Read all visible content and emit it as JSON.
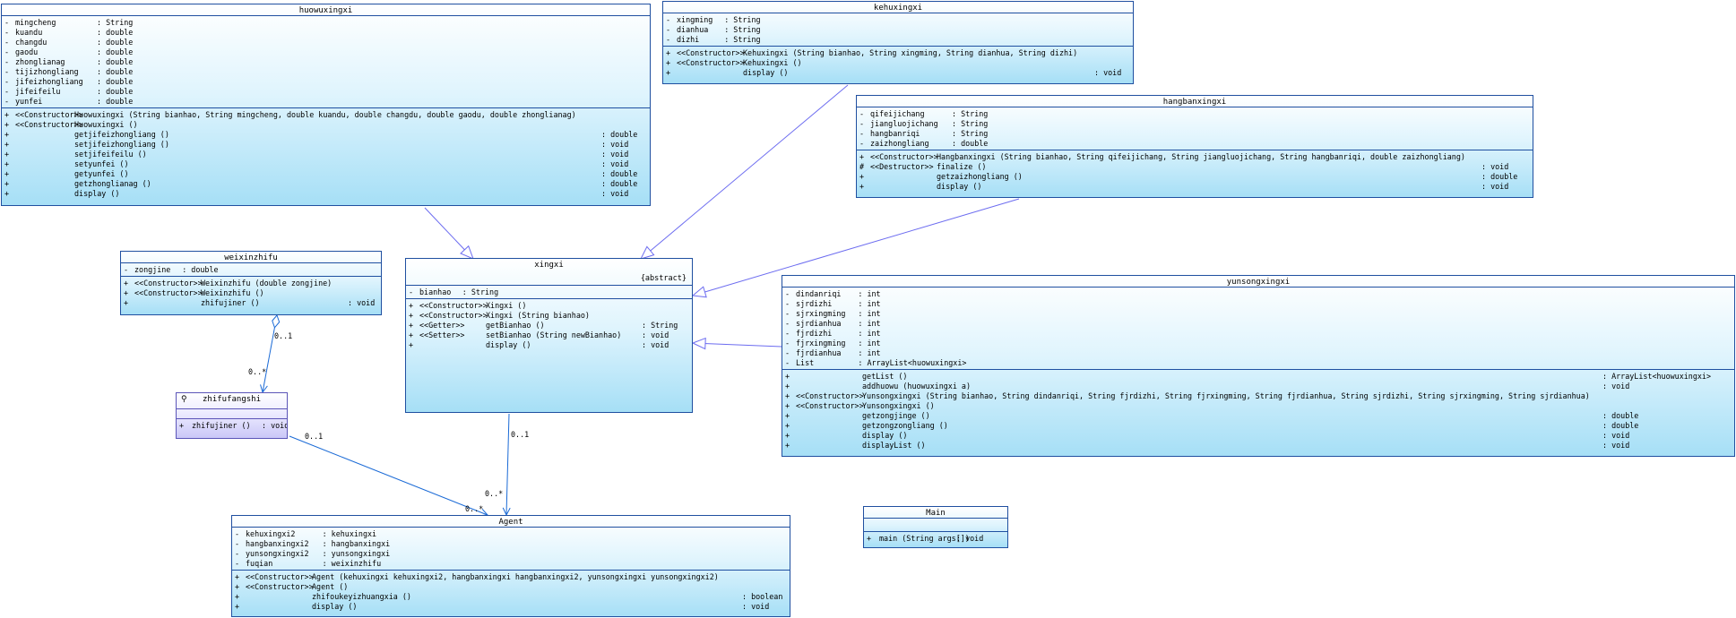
{
  "classes": {
    "huowuxingxi": {
      "name": "huowuxingxi",
      "attributes": [
        {
          "vis": "-",
          "name": "mingcheng",
          "type": ": String"
        },
        {
          "vis": "-",
          "name": "kuandu",
          "type": ": double"
        },
        {
          "vis": "-",
          "name": "changdu",
          "type": ": double"
        },
        {
          "vis": "-",
          "name": "gaodu",
          "type": ": double"
        },
        {
          "vis": "-",
          "name": "zhonglianag",
          "type": ": double"
        },
        {
          "vis": "-",
          "name": "tijizhongliang",
          "type": ": double"
        },
        {
          "vis": "-",
          "name": "jifeizhongliang",
          "type": ": double"
        },
        {
          "vis": "-",
          "name": "jifeifeilu",
          "type": ": double"
        },
        {
          "vis": "-",
          "name": "yunfei",
          "type": ": double"
        }
      ],
      "operations": [
        {
          "vis": "+",
          "stereo": "<<Constructor>>",
          "sig": "Huowuxingxi (String bianhao, String mingcheng, double kuandu, double changdu, double gaodu, double zhonglianag)",
          "ret": ""
        },
        {
          "vis": "+",
          "stereo": "<<Constructor>>",
          "sig": "Huowuxingxi ()",
          "ret": ""
        },
        {
          "vis": "+",
          "stereo": "",
          "sig": "getjifeizhongliang ()",
          "ret": ": double"
        },
        {
          "vis": "+",
          "stereo": "",
          "sig": "setjifeizhongliang ()",
          "ret": ": void"
        },
        {
          "vis": "+",
          "stereo": "",
          "sig": "setjifeifeilu ()",
          "ret": ": void"
        },
        {
          "vis": "+",
          "stereo": "",
          "sig": "setyunfei ()",
          "ret": ": void"
        },
        {
          "vis": "+",
          "stereo": "",
          "sig": "getyunfei ()",
          "ret": ": double"
        },
        {
          "vis": "+",
          "stereo": "",
          "sig": "getzhonglianag ()",
          "ret": ": double"
        },
        {
          "vis": "+",
          "stereo": "",
          "sig": "display ()",
          "ret": ": void"
        }
      ]
    },
    "kehuxingxi": {
      "name": "kehuxingxi",
      "attributes": [
        {
          "vis": "-",
          "name": "xingming",
          "type": ": String"
        },
        {
          "vis": "-",
          "name": "dianhua",
          "type": ": String"
        },
        {
          "vis": "-",
          "name": "dizhi",
          "type": ": String"
        }
      ],
      "operations": [
        {
          "vis": "+",
          "stereo": "<<Constructor>>",
          "sig": "Kehuxingxi (String bianhao, String xingming, String dianhua, String dizhi)",
          "ret": ""
        },
        {
          "vis": "+",
          "stereo": "<<Constructor>>",
          "sig": "Kehuxingxi ()",
          "ret": ""
        },
        {
          "vis": "+",
          "stereo": "",
          "sig": "display ()",
          "ret": ": void"
        }
      ]
    },
    "hangbanxingxi": {
      "name": "hangbanxingxi",
      "attributes": [
        {
          "vis": "-",
          "name": "qifeijichang",
          "type": ": String"
        },
        {
          "vis": "-",
          "name": "jiangluojichang",
          "type": ": String"
        },
        {
          "vis": "-",
          "name": "hangbanriqi",
          "type": ": String"
        },
        {
          "vis": "-",
          "name": "zaizhongliang",
          "type": ": double"
        }
      ],
      "operations": [
        {
          "vis": "+",
          "stereo": "<<Constructor>>",
          "sig": "Hangbanxingxi (String bianhao, String qifeijichang, String jiangluojichang, String hangbanriqi, double zaizhongliang)",
          "ret": ""
        },
        {
          "vis": "#",
          "stereo": "<<Destructor>>",
          "sig": "finalize ()",
          "ret": ": void"
        },
        {
          "vis": "+",
          "stereo": "",
          "sig": "getzaizhongliang ()",
          "ret": ": double"
        },
        {
          "vis": "+",
          "stereo": "",
          "sig": "display ()",
          "ret": ": void"
        }
      ]
    },
    "weixinzhifu": {
      "name": "weixinzhifu",
      "attributes": [
        {
          "vis": "-",
          "name": "zongjine",
          "type": ": double"
        }
      ],
      "operations": [
        {
          "vis": "+",
          "stereo": "<<Constructor>>",
          "sig": "Weixinzhifu (double zongjine)",
          "ret": ""
        },
        {
          "vis": "+",
          "stereo": "<<Constructor>>",
          "sig": "Weixinzhifu ()",
          "ret": ""
        },
        {
          "vis": "+",
          "stereo": "",
          "sig": "zhifujiner ()",
          "ret": ": void"
        }
      ]
    },
    "xingxi": {
      "name": "xingxi",
      "stereotype": "{abstract}",
      "attributes": [
        {
          "vis": "-",
          "name": "bianhao",
          "type": ": String"
        }
      ],
      "operations": [
        {
          "vis": "+",
          "stereo": "<<Constructor>>",
          "sig": "Xingxi ()",
          "ret": ""
        },
        {
          "vis": "+",
          "stereo": "<<Constructor>>",
          "sig": "Xingxi (String bianhao)",
          "ret": ""
        },
        {
          "vis": "+",
          "stereo": "<<Getter>>",
          "sig": "getBianhao ()",
          "ret": ": String"
        },
        {
          "vis": "+",
          "stereo": "<<Setter>>",
          "sig": "setBianhao (String newBianhao)",
          "ret": ": void"
        },
        {
          "vis": "+",
          "stereo": "",
          "sig": "display ()",
          "ret": ": void"
        }
      ]
    },
    "yunsongxingxi": {
      "name": "yunsongxingxi",
      "attributes": [
        {
          "vis": "-",
          "name": "dindanriqi",
          "type": ": int"
        },
        {
          "vis": "-",
          "name": "sjrdizhi",
          "type": ": int"
        },
        {
          "vis": "-",
          "name": "sjrxingming",
          "type": ": int"
        },
        {
          "vis": "-",
          "name": "sjrdianhua",
          "type": ": int"
        },
        {
          "vis": "-",
          "name": "fjrdizhi",
          "type": ": int"
        },
        {
          "vis": "-",
          "name": "fjrxingming",
          "type": ": int"
        },
        {
          "vis": "-",
          "name": "fjrdianhua",
          "type": ": int"
        },
        {
          "vis": "-",
          "name": "List",
          "type": ": ArrayList<huowuxingxi>"
        }
      ],
      "operations": [
        {
          "vis": "+",
          "stereo": "",
          "sig": "getList ()",
          "ret": ": ArrayList<huowuxingxi>"
        },
        {
          "vis": "+",
          "stereo": "",
          "sig": "addhuowu (huowuxingxi a)",
          "ret": ": void"
        },
        {
          "vis": "+",
          "stereo": "<<Constructor>>",
          "sig": "Yunsongxingxi (String bianhao, String dindanriqi, String fjrdizhi, String fjrxingming, String fjrdianhua, String sjrdizhi, String sjrxingming, String sjrdianhua)",
          "ret": ""
        },
        {
          "vis": "+",
          "stereo": "<<Constructor>>",
          "sig": "Yunsongxingxi ()",
          "ret": ""
        },
        {
          "vis": "+",
          "stereo": "",
          "sig": "getzongjinge ()",
          "ret": ": double"
        },
        {
          "vis": "+",
          "stereo": "",
          "sig": "getzongzongliang ()",
          "ret": ": double"
        },
        {
          "vis": "+",
          "stereo": "",
          "sig": "display ()",
          "ret": ": void"
        },
        {
          "vis": "+",
          "stereo": "",
          "sig": "displayList ()",
          "ret": ": void"
        }
      ]
    },
    "zhifufangshi": {
      "name": "zhifufangshi",
      "attributes": [],
      "operations": [
        {
          "vis": "+",
          "stereo": "",
          "sig": "zhifujiner ()",
          "ret": ": void"
        }
      ]
    },
    "agent": {
      "name": "Agent",
      "attributes": [
        {
          "vis": "-",
          "name": "kehuxingxi2",
          "type": ": kehuxingxi"
        },
        {
          "vis": "-",
          "name": "hangbanxingxi2",
          "type": ": hangbanxingxi"
        },
        {
          "vis": "-",
          "name": "yunsongxingxi2",
          "type": ": yunsongxingxi"
        },
        {
          "vis": "-",
          "name": "fuqian",
          "type": ": weixinzhifu"
        }
      ],
      "operations": [
        {
          "vis": "+",
          "stereo": "<<Constructor>>",
          "sig": "Agent (kehuxingxi kehuxingxi2, hangbanxingxi hangbanxingxi2, yunsongxingxi yunsongxingxi2)",
          "ret": ""
        },
        {
          "vis": "+",
          "stereo": "<<Constructor>>",
          "sig": "Agent ()",
          "ret": ""
        },
        {
          "vis": "+",
          "stereo": "",
          "sig": "zhifoukeyizhuangxia ()",
          "ret": ": boolean"
        },
        {
          "vis": "+",
          "stereo": "",
          "sig": "display ()",
          "ret": ": void"
        }
      ]
    },
    "main": {
      "name": "Main",
      "attributes": [],
      "operations": [
        {
          "vis": "+",
          "stereo": "",
          "sig": "main (String args[])",
          "ret": ": void"
        }
      ]
    }
  },
  "multiplicities": {
    "weixin_end": "0..1",
    "zhifu_end": "0..*",
    "zhifu_agent_end": "0..1",
    "agent_from_zhifu": "0..*",
    "xingxi_end": "0..1",
    "agent_from_xingxi": "0..*"
  },
  "colors": {
    "class_border": "#1f4fa0",
    "class_fill": "#a6dff6",
    "interface_border": "#5b55b8",
    "interface_fill": "#cac7f7",
    "generalization_line": "#6c6cf0",
    "association_line": "#1a6ad6"
  }
}
